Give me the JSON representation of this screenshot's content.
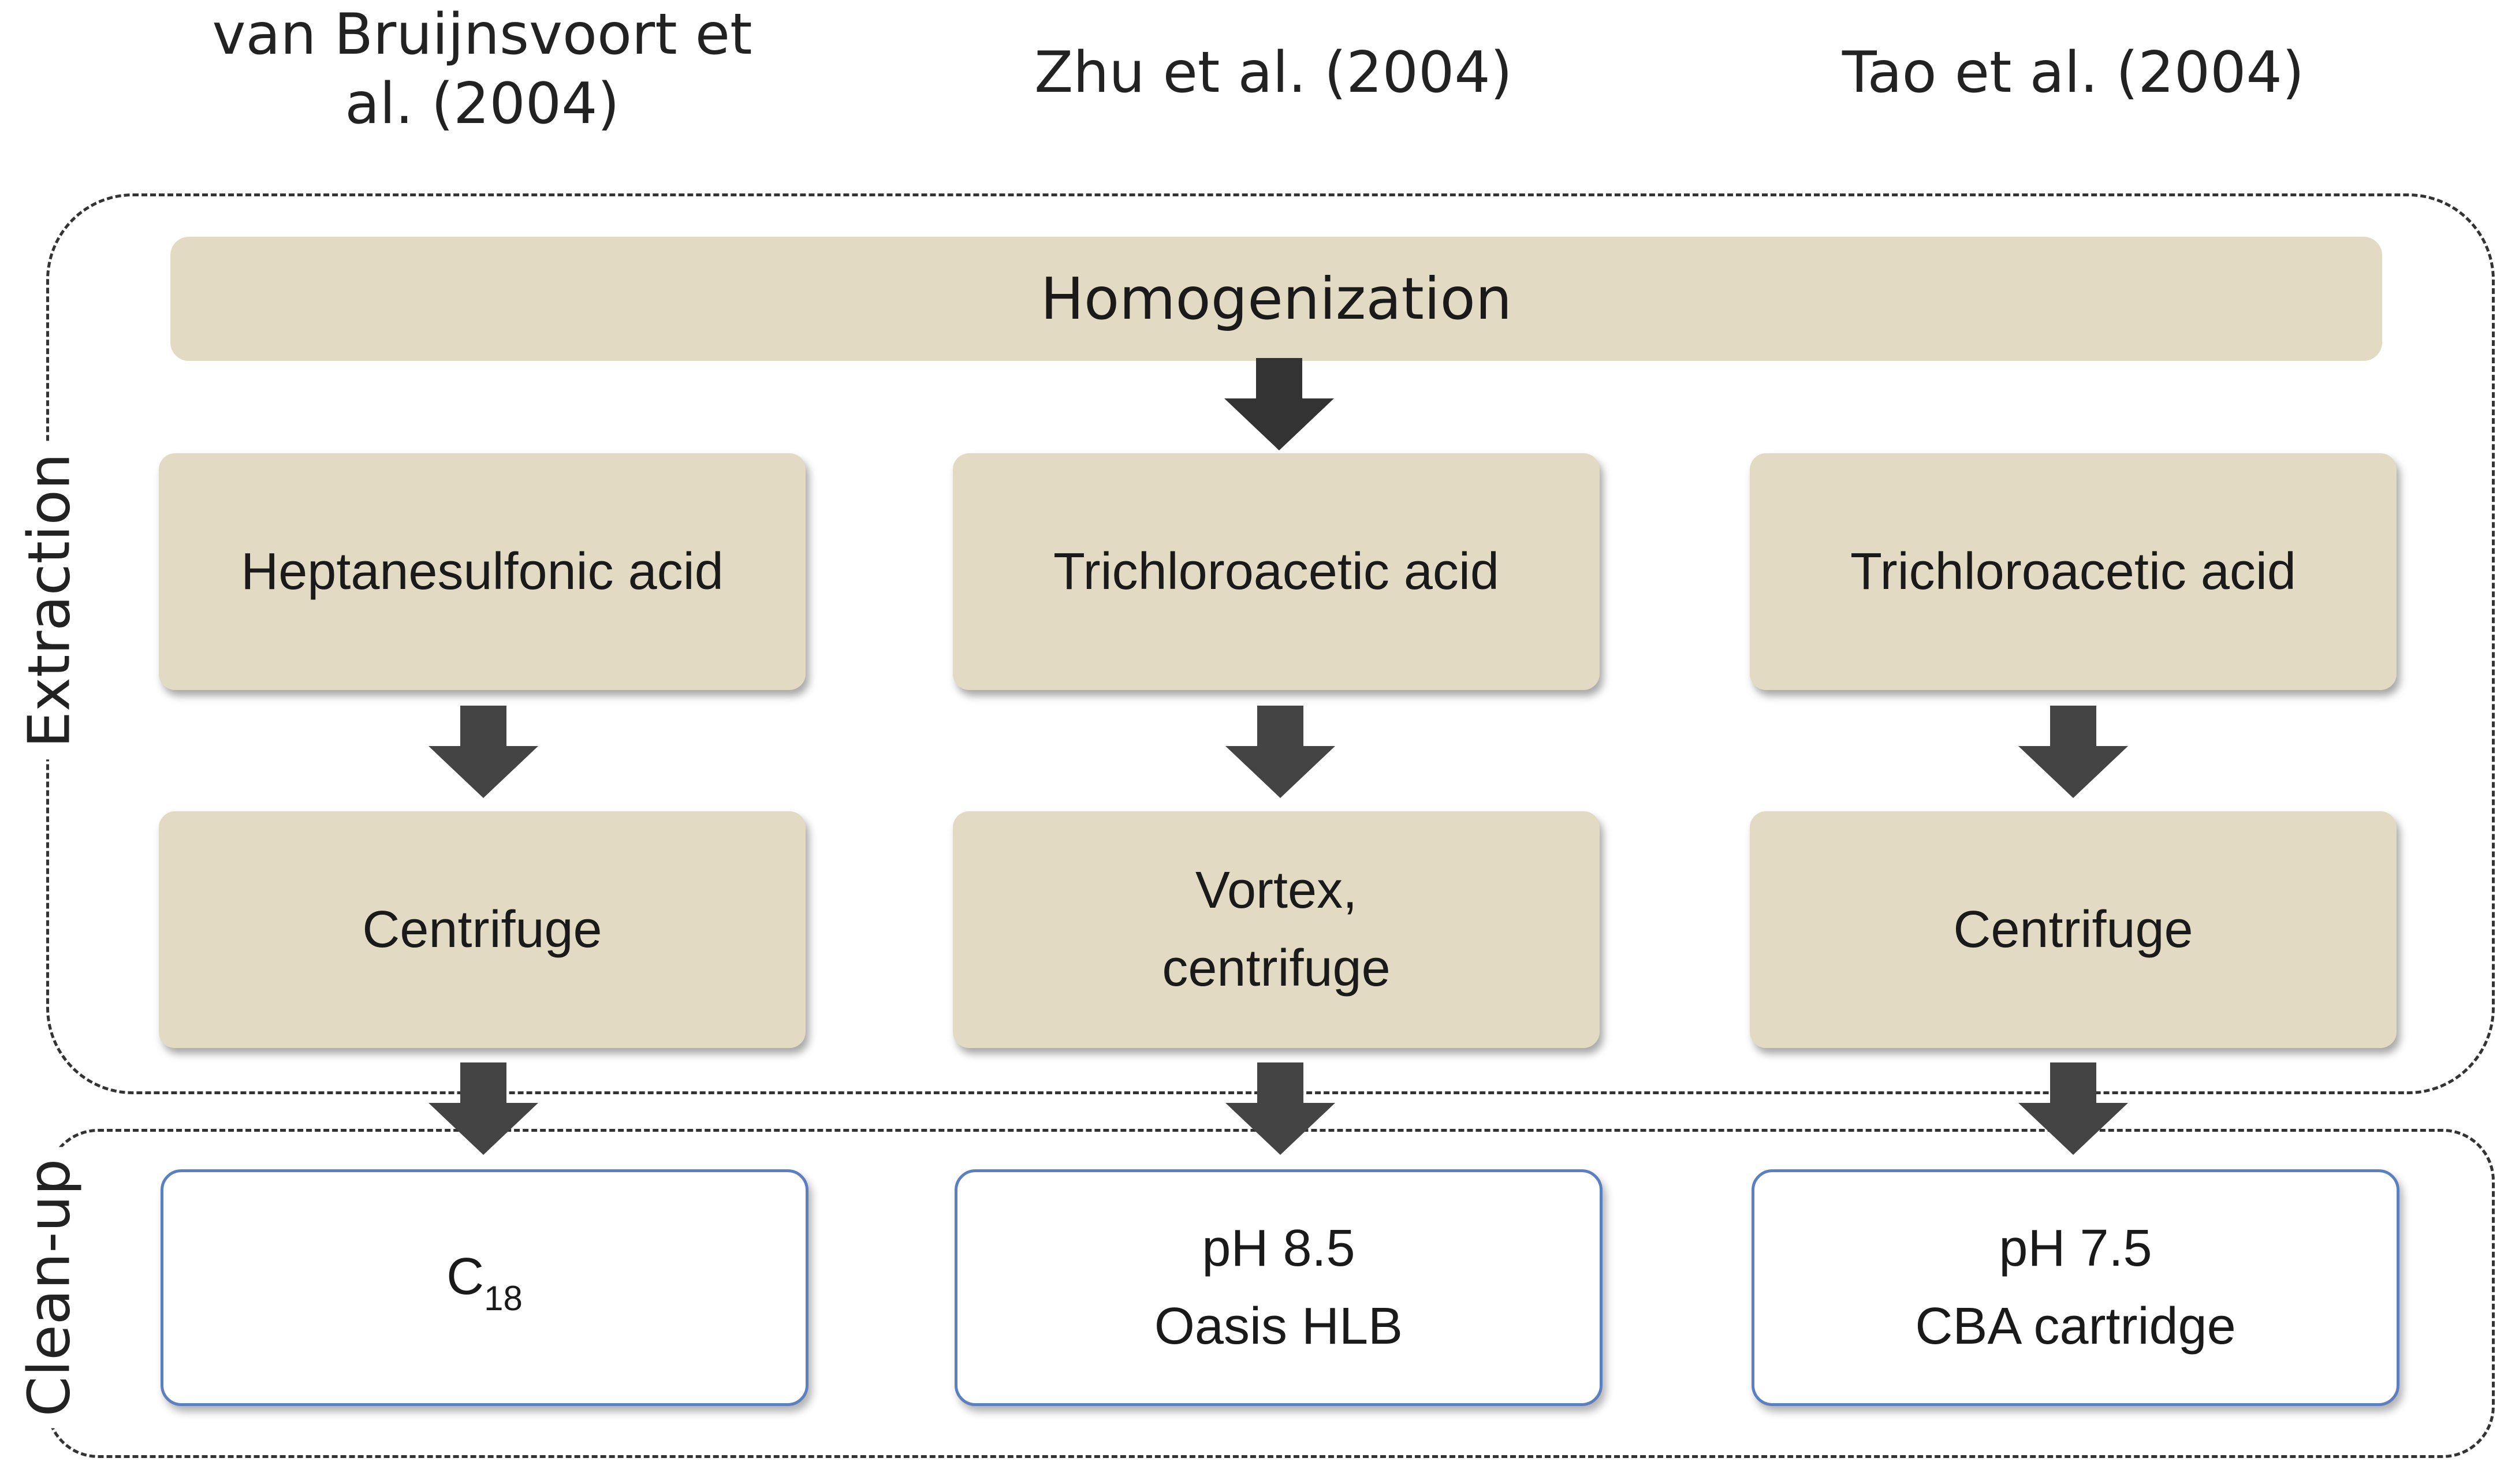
{
  "columns": [
    {
      "heading_line1": "van Bruijnsvoort et",
      "heading_line2": "al. (2004)"
    },
    {
      "heading": "Zhu et al. (2004)"
    },
    {
      "heading": "Tao et al. (2004)"
    }
  ],
  "groups": {
    "extraction": "Extraction",
    "cleanup": "Clean-up"
  },
  "homogenization": "Homogenization",
  "steps": {
    "col1": {
      "extract": "Heptanesulfonic acid",
      "separate": "Centrifuge",
      "cleanup_main": "C",
      "cleanup_sub": "18"
    },
    "col2": {
      "extract": "Trichloroacetic acid",
      "separate_line1": "Vortex,",
      "separate_line2": "centrifuge",
      "cleanup_line1": "pH 8.5",
      "cleanup_line2": "Oasis HLB"
    },
    "col3": {
      "extract": "Trichloroacetic acid",
      "separate": "Centrifuge",
      "cleanup_line1": "pH 7.5",
      "cleanup_line2": "CBA cartridge"
    }
  },
  "colors": {
    "step_fill": "#e2dac2",
    "cleanup_border": "#5b7fbf",
    "arrow_fill": "#444444"
  }
}
